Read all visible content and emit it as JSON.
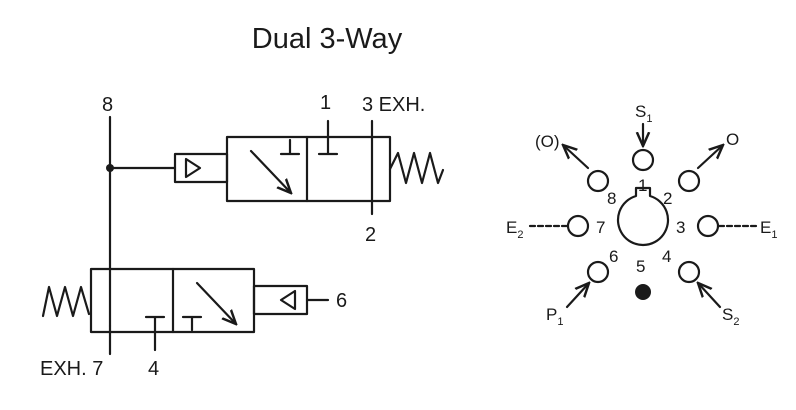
{
  "title": "Dual 3-Way",
  "schematic": {
    "port_8": "8",
    "port_1": "1",
    "port_3_exh": "3 EXH.",
    "port_2": "2",
    "port_6": "6",
    "port_exh_7": "EXH. 7",
    "port_4": "4"
  },
  "pinout": {
    "center_numbers": [
      "1",
      "2",
      "3",
      "4",
      "5",
      "6",
      "7",
      "8"
    ],
    "s1": {
      "main": "S",
      "sub": "1"
    },
    "o": "O",
    "o_paren": "(O)",
    "e1": {
      "main": "E",
      "sub": "1"
    },
    "e2": {
      "main": "E",
      "sub": "2"
    },
    "p1": {
      "main": "P",
      "sub": "1"
    },
    "s2": {
      "main": "S",
      "sub": "2"
    }
  },
  "colors": {
    "ink": "#1a1a1a",
    "background": "#ffffff"
  }
}
